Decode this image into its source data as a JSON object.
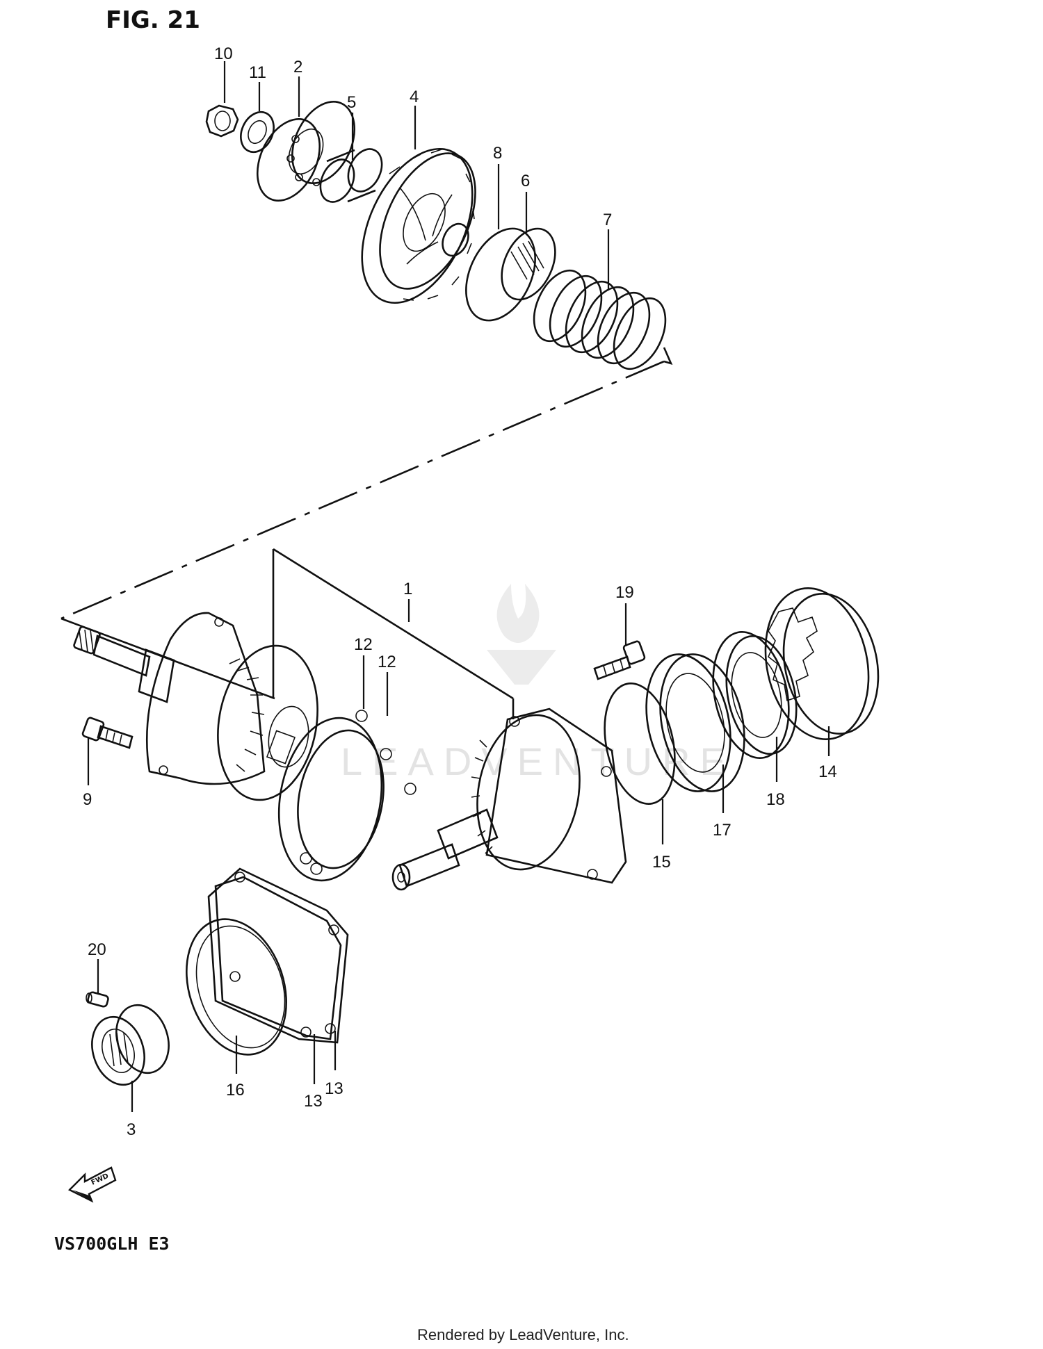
{
  "figure_title": "FIG. 21",
  "model_code": "VS700GLH  E3",
  "footer": "Rendered by LeadVenture, Inc.",
  "watermark": "LEADVENTURE",
  "fwd_arrow_label": "FWD",
  "callouts": {
    "c1": "1",
    "c2": "2",
    "c3": "3",
    "c4": "4",
    "c5": "5",
    "c6": "6",
    "c7": "7",
    "c8": "8",
    "c9": "9",
    "c10": "10",
    "c11": "11",
    "c12a": "12",
    "c12b": "12",
    "c13a": "13",
    "c13b": "13",
    "c14": "14",
    "c15": "15",
    "c16": "16",
    "c17": "17",
    "c18": "18",
    "c19": "19",
    "c20": "20"
  }
}
